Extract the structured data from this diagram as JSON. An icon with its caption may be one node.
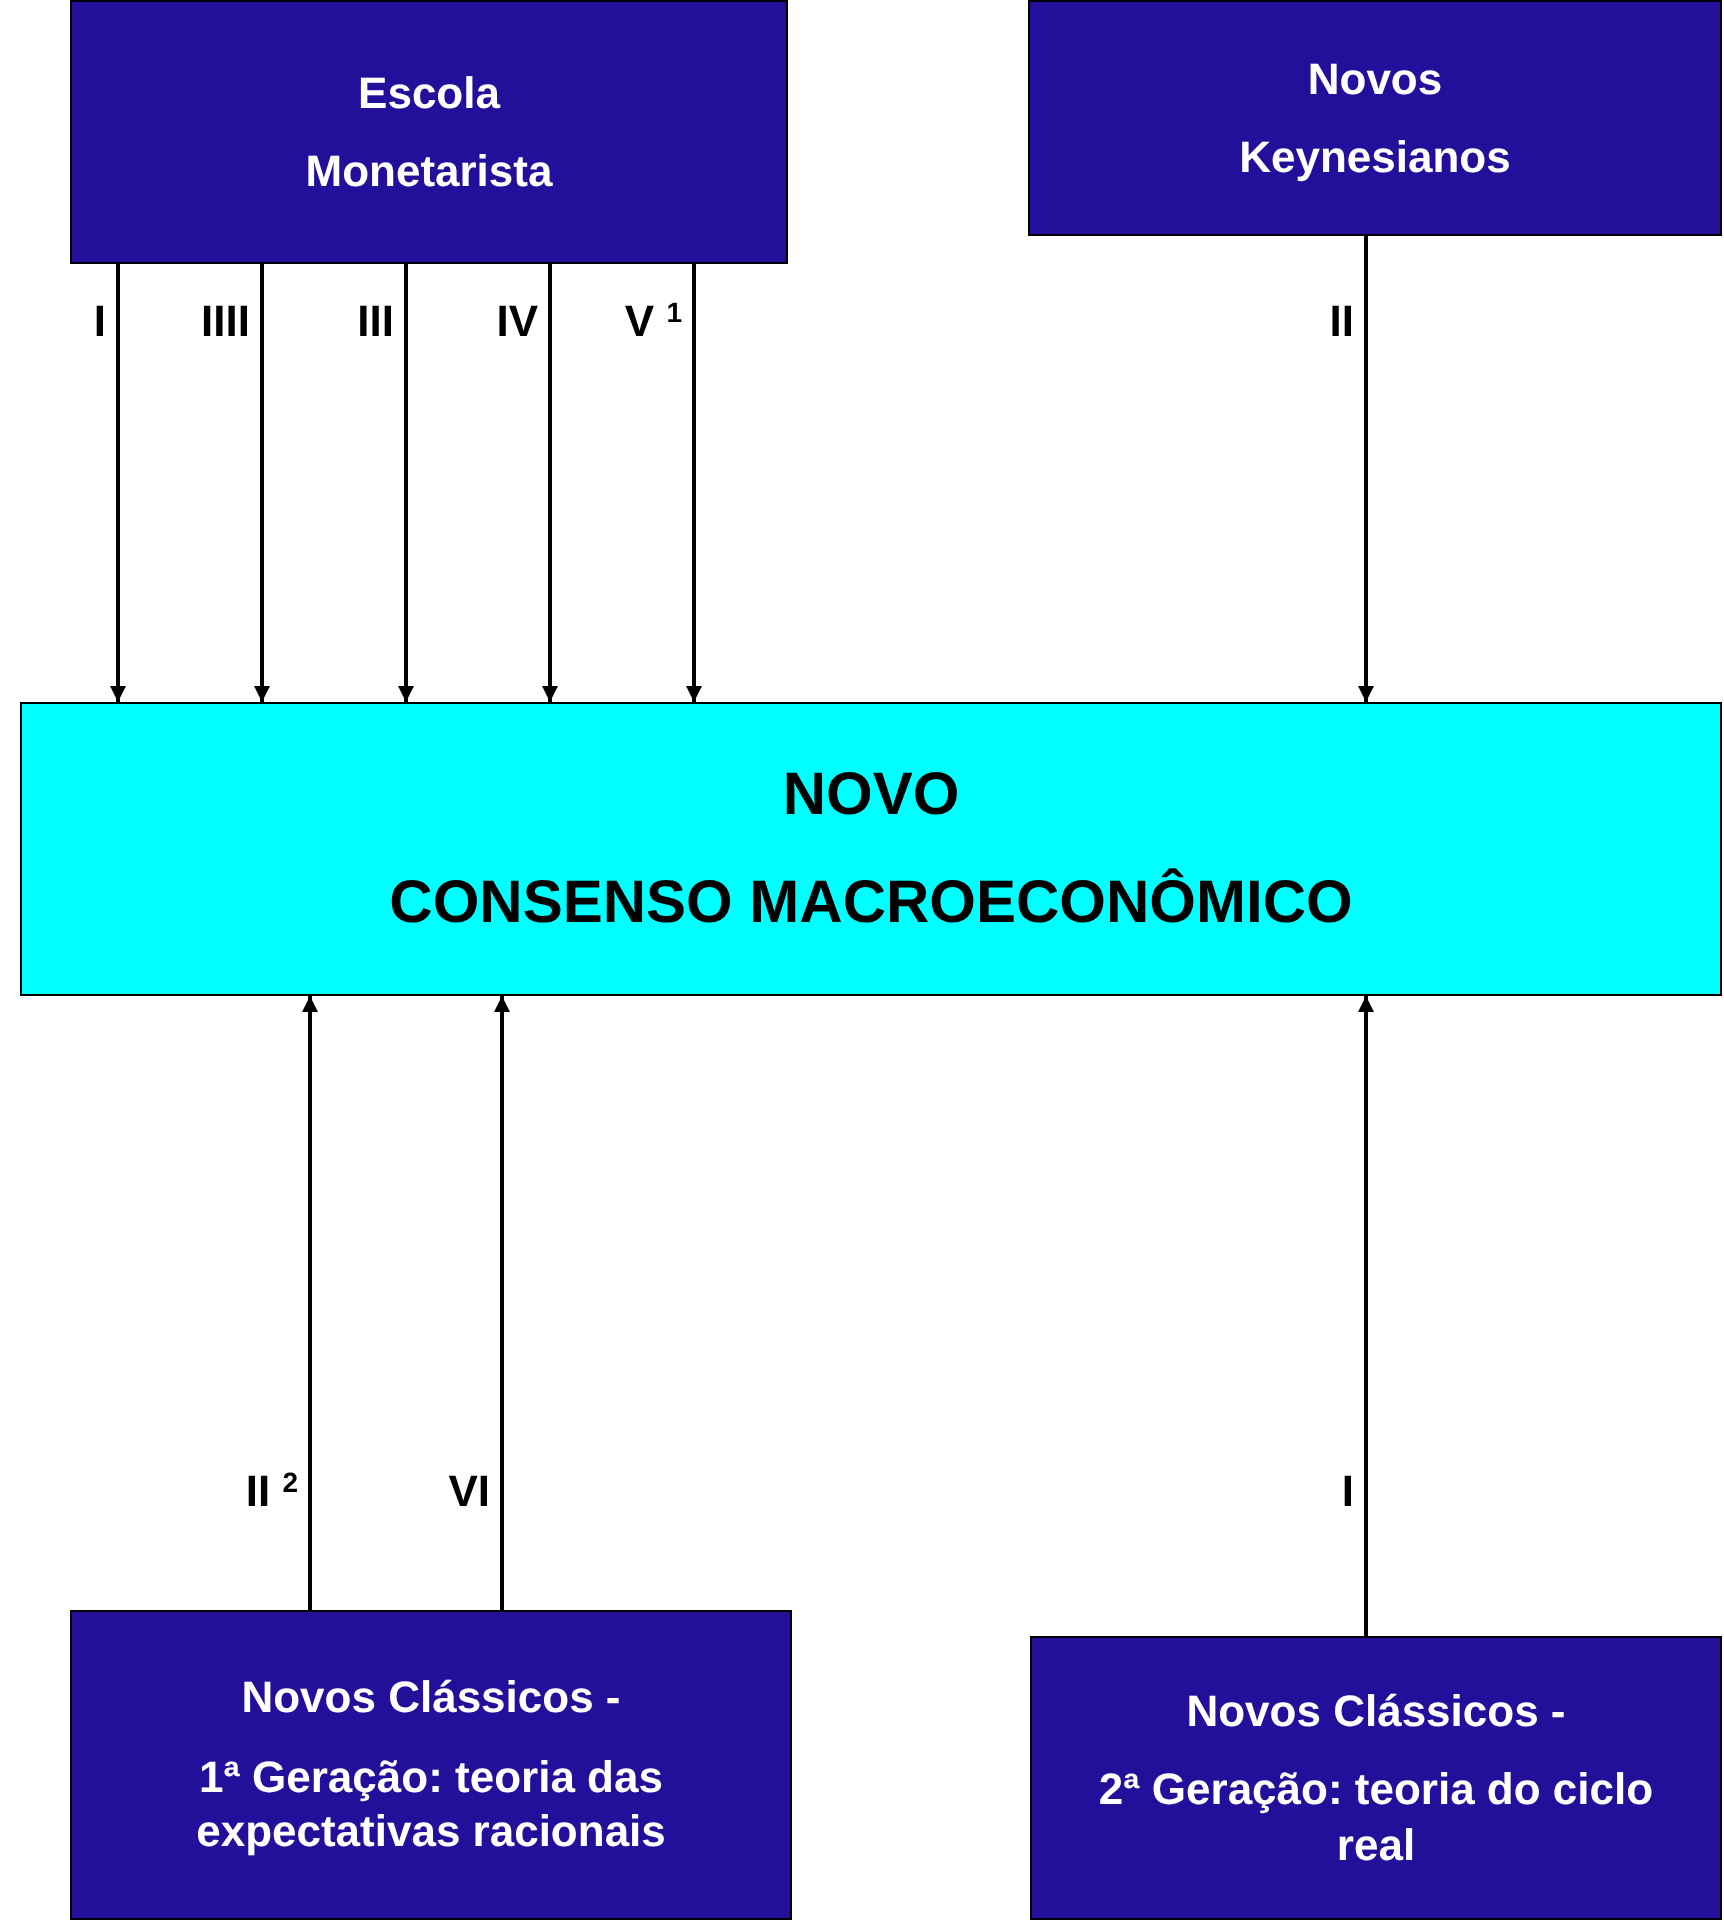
{
  "diagram": {
    "nodes": [
      {
        "text": [
          "Escola",
          "Monetarista"
        ]
      },
      {
        "text": [
          "Novos",
          "Keynesianos"
        ]
      },
      {
        "text": [
          "NOVO",
          "CONSENSO MACROECONÔMICO"
        ]
      },
      {
        "text": [
          "Novos Clássicos -",
          "1ª Geração: teoria das expectativas racionais"
        ]
      },
      {
        "text": [
          "Novos Clássicos -",
          "2ª Geração: teoria do ciclo real"
        ]
      }
    ],
    "edges": [
      {
        "from": 0,
        "to": 2,
        "arrow": "to",
        "label": "I"
      },
      {
        "from": 0,
        "to": 2,
        "arrow": "to",
        "label": "IIII"
      },
      {
        "from": 0,
        "to": 2,
        "arrow": "to",
        "label": "III"
      },
      {
        "from": 0,
        "to": 2,
        "arrow": "to",
        "label": "IV"
      },
      {
        "from": 0,
        "to": 2,
        "arrow": "to",
        "label": "V $^{1}$"
      },
      {
        "from": 1,
        "to": 2,
        "arrow": "to",
        "label": "II"
      },
      {
        "from": 3,
        "to": 2,
        "arrow": "to",
        "label": "II $^{2}$"
      },
      {
        "from": 3,
        "to": 2,
        "arrow": "to",
        "label": "VI"
      },
      {
        "from": 4,
        "to": 2,
        "arrow": "to",
        "label": "I"
      }
    ]
  }
}
